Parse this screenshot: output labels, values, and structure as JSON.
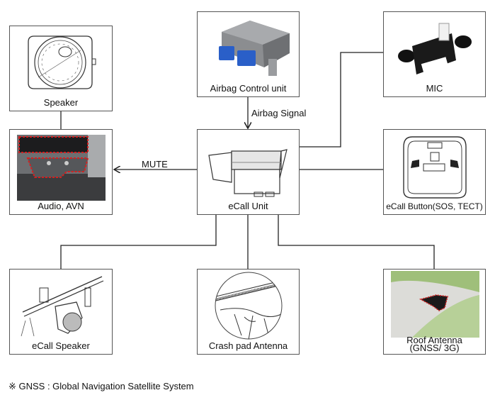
{
  "diagram": {
    "nodes": {
      "speaker": {
        "label": "Speaker"
      },
      "audio": {
        "label": "Audio, AVN"
      },
      "airbag": {
        "label": "Airbag Control unit"
      },
      "ecall_unit": {
        "label": "eCall Unit"
      },
      "mic": {
        "label": "MIC"
      },
      "ecall_button": {
        "label": "eCall Button(SOS, TECT)"
      },
      "ecall_speaker": {
        "label": "eCall Speaker"
      },
      "crash_pad": {
        "label": "Crash pad Antenna"
      },
      "roof_antenna": {
        "label_line1": "Roof Antenna",
        "label_line2": "(GNSS/ 3G)"
      }
    },
    "connections": {
      "airbag_signal": "Airbag Signal",
      "mute": "MUTE"
    },
    "footnote": "※ GNSS : Global Navigation Satellite System",
    "colors": {
      "connector_blue": "#2a5fc8",
      "highlight_red": "#d42020",
      "roof_green": "#9fbf7a"
    }
  }
}
